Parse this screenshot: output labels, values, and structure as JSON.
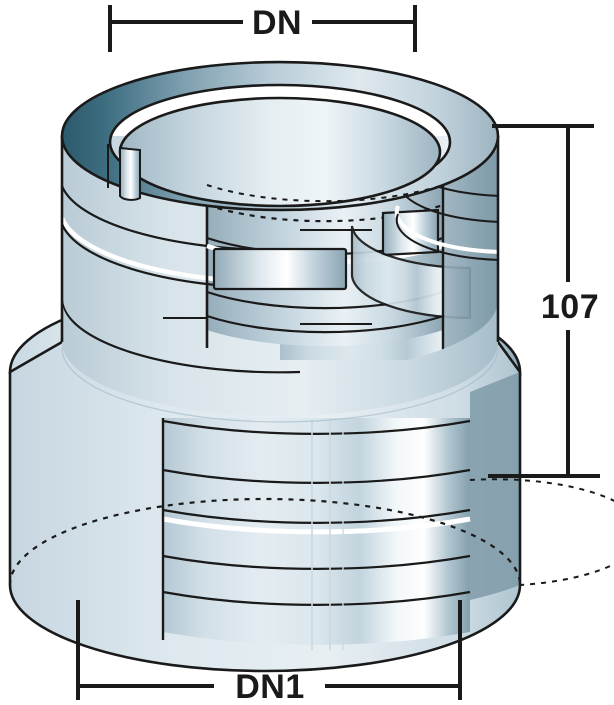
{
  "figure": {
    "type": "technical-line-drawing",
    "subject": "sheet-metal flue reducer adapter",
    "background_color": "#ffffff",
    "line_color": "#1a1a1a"
  },
  "dimensions": {
    "top_diameter": {
      "label": "DN",
      "name": "nominal-diameter-top",
      "orientation": "horizontal",
      "position": "top"
    },
    "height": {
      "label": "107",
      "name": "overall-height",
      "orientation": "vertical",
      "position": "right",
      "unit_implied": "mm"
    },
    "bottom_diameter": {
      "label": "DN1",
      "name": "nominal-diameter-bottom",
      "orientation": "horizontal",
      "position": "bottom"
    }
  },
  "palette": {
    "dark_teal": "#2d5a6d",
    "mid_teal": "#5d8a9c",
    "slate": "#8fa8b4",
    "shadow_slate": "#7d97a4",
    "light_blue": "#bdd0dc",
    "pale_blue": "#dde7ec",
    "near_white": "#f2f6f8",
    "highlight": "#ffffff",
    "outline": "#1a1a1a"
  }
}
